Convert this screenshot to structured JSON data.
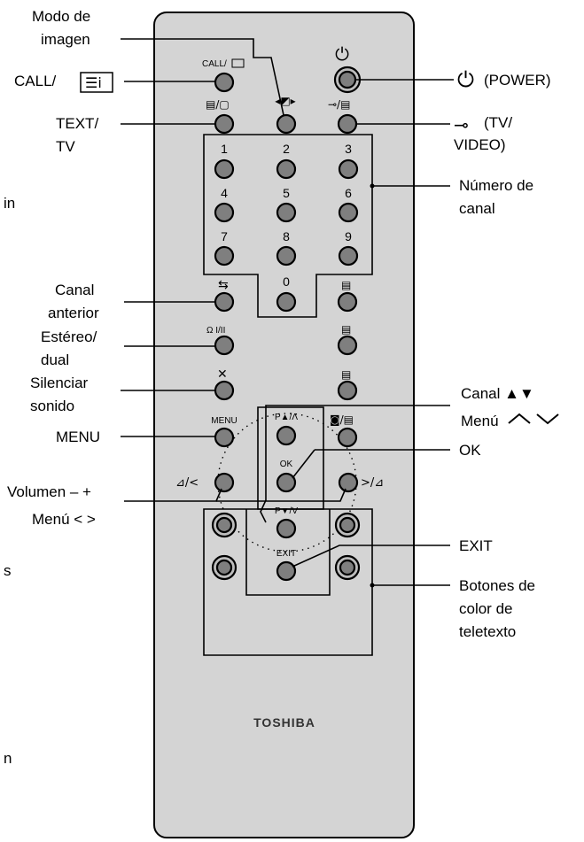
{
  "labels": {
    "modo_imagen": [
      "Modo de",
      "imagen"
    ],
    "call": "CALL/",
    "text_tv": [
      "TEXT/",
      "TV"
    ],
    "canal_anterior": [
      "Canal",
      "anterior"
    ],
    "estereo": [
      "Estéreo/",
      "dual"
    ],
    "silenciar": [
      "Silenciar",
      "sonido"
    ],
    "menu": "MENU",
    "volumen": "Volumen – +",
    "menu_lr": "Menú < >",
    "power": "(POWER)",
    "tv_video": [
      "(TV/",
      "VIDEO)"
    ],
    "numero_canal": [
      "Número de",
      "canal"
    ],
    "canal_ud": "Canal ▲▼",
    "menu_ud": "Menú",
    "ok": "OK",
    "exit": "EXIT",
    "botones_color": [
      "Botones de",
      "color de",
      "teletexto"
    ]
  },
  "remote": {
    "brand": "TOSHIBA",
    "top_labels": {
      "call": "CALL/",
      "menu": "MENU",
      "ok": "OK",
      "exit": "EXIT"
    },
    "digits": [
      "1",
      "2",
      "3",
      "4",
      "5",
      "6",
      "7",
      "8",
      "9",
      "0"
    ],
    "pa": "P▲/Λ",
    "pv": "P▼/V",
    "stereo": "Ω I/II"
  },
  "left_margin_fragments": [
    "in",
    "s",
    "n"
  ]
}
